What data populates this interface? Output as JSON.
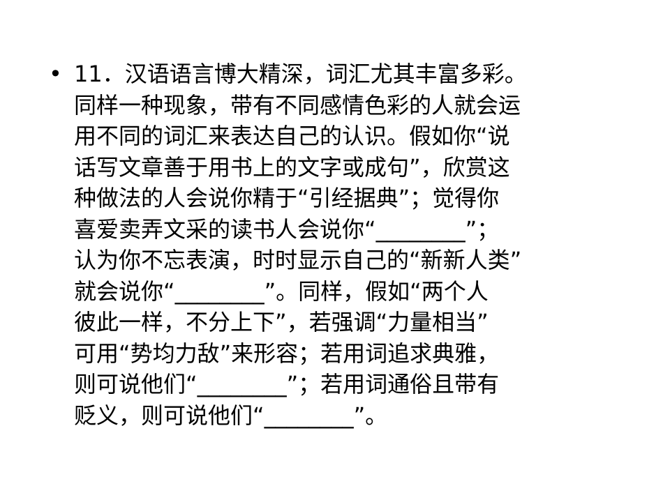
{
  "slide": {
    "bullet_symbol": "•",
    "lines": [
      "11．汉语语言博大精深，词汇尤其丰富多彩。",
      "同样一种现象，带有不同感情色彩的人就会运",
      "用不同的词汇来表达自己的认识。假如你“说",
      "话写文章善于用书上的文字或成句”，欣赏这",
      "种做法的人会说你精于“引经据典”；觉得你",
      "喜爱卖弄文采的读书人会说你“________”；",
      "认为你不忘表演，时时显示自己的“新新人类”",
      "就会说你“________”。同样，假如“两个人",
      "彼此一样，不分上下”，若强调“力量相当”",
      "可用“势均力敌”来形容；若用词追求典雅，",
      "则可说他们“________”；若用词通俗且带有",
      "贬义，则可说他们“________”。"
    ]
  }
}
